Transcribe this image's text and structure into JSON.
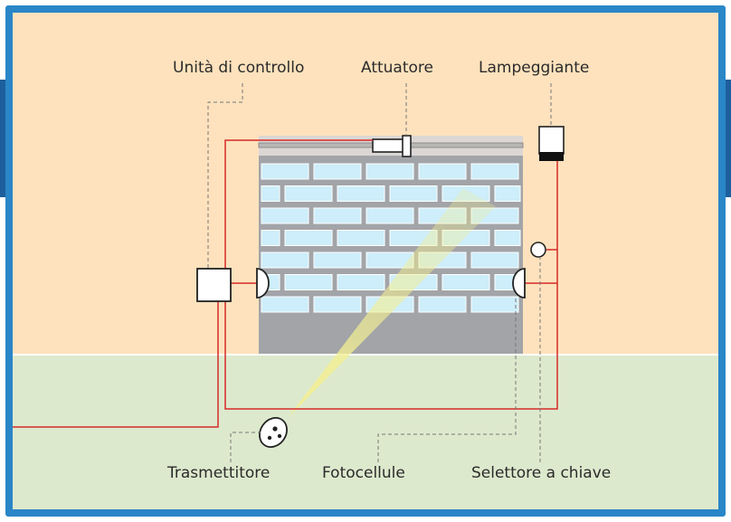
{
  "labels": {
    "control_unit": "Unità di controllo",
    "actuator": "Attuatore",
    "flashing_light": "Lampeggiante",
    "transmitter": "Trasmettitore",
    "photocells": "Fotocellule",
    "key_selector": "Selettore a chiave"
  },
  "colors": {
    "frame": "#2a86c7",
    "wall": "#fde2bd",
    "lawn": "#dde9cd",
    "wire": "#d62a28",
    "door": "#a2a4a8",
    "panel": "#cdeefa",
    "beam": "#f3ef93",
    "leader": "#777777"
  },
  "icons": {
    "control_unit": "square-box",
    "actuator": "rail-motor",
    "flashing_light": "beacon-lamp",
    "photocell": "half-disc-sensor",
    "key_selector": "circle-switch",
    "transmitter": "remote-fob-icon"
  }
}
